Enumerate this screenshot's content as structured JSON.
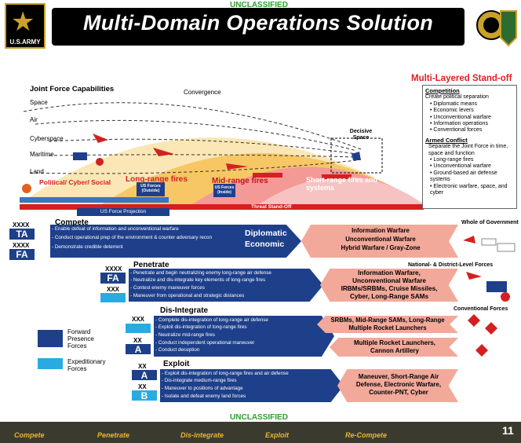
{
  "header": {
    "classification": "UNCLASSIFIED",
    "title": "Multi-Domain Operations Solution",
    "logo_text": "U.S.ARMY"
  },
  "diagram": {
    "title": "Joint Force Capabilities",
    "convergence": "Convergence",
    "domains": [
      "Space",
      "Air",
      "Cyberspace",
      "Maritime",
      "Land"
    ],
    "decisive_space": "Decisive Space",
    "zones": [
      "Political/ Cyber/ Social",
      "Long-range fires",
      "Mid-range fires",
      "Short-range fires and systems"
    ],
    "us_forces_outside": "US Forces (Outside)",
    "us_forces_inside": "US Forces (Inside)",
    "threat_standoff": "Threat Stand-Off",
    "us_force_projection": "US Force Projection"
  },
  "side": {
    "title": "Multi-Layered Stand-off",
    "competition": {
      "heading": "Competition",
      "intro": "Create political separation",
      "items": [
        "Diplomatic means",
        "Economic levers",
        "Unconventional warfare",
        "Information operations",
        "Conventional forces"
      ]
    },
    "armed": {
      "heading": "Armed Conflict",
      "intro": "Separate the Joint Force in time, space and function",
      "items": [
        "Long-range fires",
        "Unconventional warfare",
        "Ground-based air defense systems",
        "Electronic warfare, space, and cyber"
      ]
    }
  },
  "compete": {
    "echelon1": "XXXX",
    "unit1": "TA",
    "echelon2": "XXXX",
    "unit2": "FA",
    "title": "Compete",
    "bullets": [
      "- Enable defeat of information and unconventional warfare",
      "- Conduct operational prep of the environment & counter adversary recon",
      "- Demonstrate credible deterrent"
    ],
    "dip": "Diplomatic",
    "eco": "Economic",
    "threats": [
      "Information Warfare",
      "Unconventional Warfare",
      "Hybrid Warfare / Gray-Zone"
    ],
    "wog": "Whole of Government"
  },
  "penetrate": {
    "title": "Penetrate",
    "echelon1": "XXXX",
    "unit1": "FA",
    "echelon2": "XXX",
    "bullets": [
      "- Penetrate and begin neutralizing enemy long-range air defense",
      "- Neutralize and dis-integrate key elements of long-range fires",
      "- Contest enemy maneuver forces",
      "- Maneuver from operational and strategic distances"
    ],
    "threats": [
      "Information Warfare,",
      "Unconventional Warfare",
      "IRBMs/SRBMs, Cruise Missiles,",
      "Cyber, Long-Range SAMs"
    ],
    "ndlf": "National- & District-Level Forces"
  },
  "disintegrate": {
    "title": "Dis-Integrate",
    "echelon1": "XXX",
    "echelon2": "XX",
    "unit2": "A",
    "bullets": [
      "- Complete dis-integration of long-range air defense",
      "- Exploit dis-integration of long-range fires",
      "- Neutralize mid-range fires",
      "- Conduct independent operational maneuver",
      "- Conduct deception"
    ],
    "threat1": [
      "SRBMs, Mid-Range SAMs, Long-Range",
      "Multiple Rocket Launchers"
    ],
    "threat2": [
      "Multiple Rocket Launchers,",
      "Cannon Artillery"
    ],
    "cf": "Conventional Forces"
  },
  "exploit": {
    "title": "Exploit",
    "echelon1": "XX",
    "unit1": "A",
    "echelon2": "XX",
    "unit2": "B",
    "bullets": [
      "- Exploit dis-integration of long-range fires and air defense",
      "- Dis-integrate medium-range fires",
      "- Maneuver to positions of advantage",
      "- Isolate and defeat enemy land forces"
    ],
    "threats": [
      "Maneuver, Short-Range Air",
      "Defense, Electronic Warfare,",
      "Counter-PNT, Cyber"
    ]
  },
  "legend": {
    "forward": "Forward Presence Forces",
    "expeditionary": "Expeditionary Forces",
    "forward_color": "#1e3f8a",
    "exped_color": "#29abe2"
  },
  "footer": {
    "classification": "UNCLASSIFIED",
    "labels": [
      "Compete",
      "Penetrate",
      "Dis-integrate",
      "Exploit",
      "Re-Compete"
    ],
    "page": "11"
  },
  "colors": {
    "dark_blue": "#1e3f8a",
    "light_blue": "#29abe2",
    "red": "#e02020"
  }
}
